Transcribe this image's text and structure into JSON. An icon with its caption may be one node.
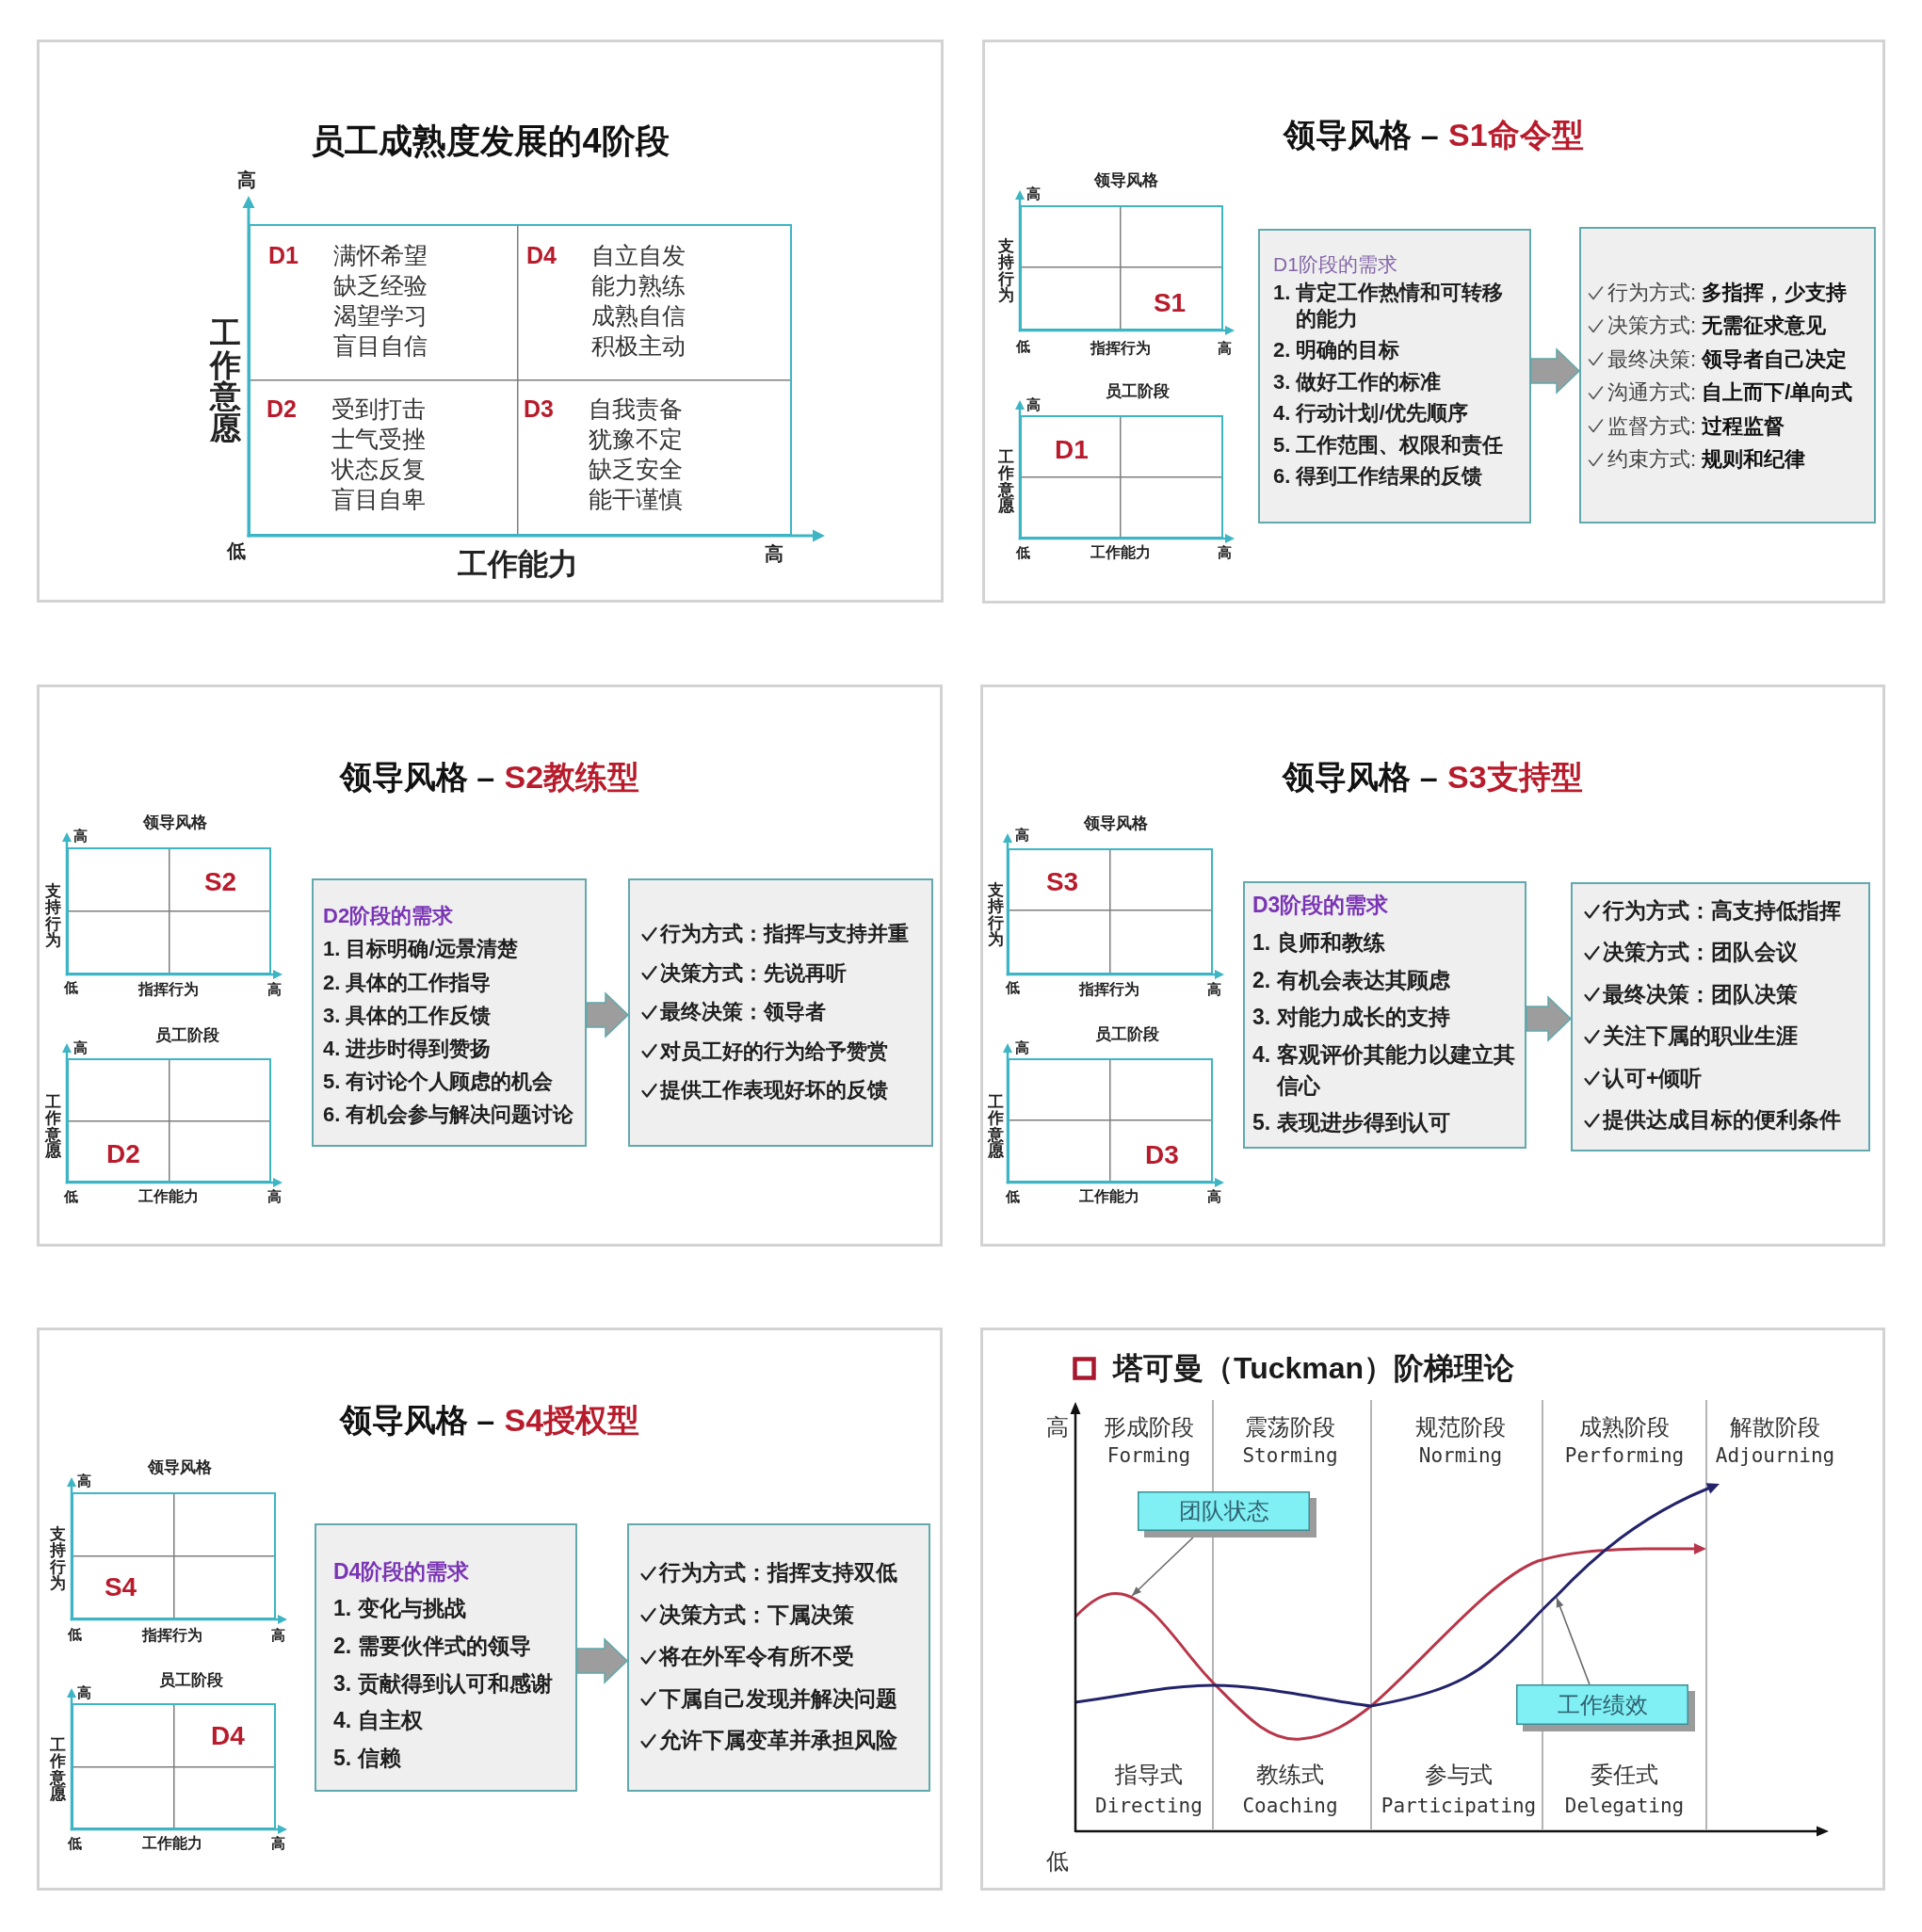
{
  "diagram": {
    "nodes": [
      {
        "text": [
          "员工成熟度发展的4阶段"
        ]
      },
      {
        "text": [],
        "shape": "box",
        "in": 0,
        "beside": [
          "高",
          "工作意愿",
          "低",
          "工作能力",
          "高"
        ]
      },
      {
        "text": [
          "D1",
          "满怀希望",
          "缺乏经验",
          "渴望学习",
          "盲目自信"
        ],
        "in": 1
      },
      {
        "text": [
          "D4",
          "自立自发",
          "能力熟练",
          "成熟自信",
          "积极主动"
        ],
        "in": 1
      },
      {
        "text": [
          "D2",
          "受到打击",
          "士气受挫",
          "状态反复",
          "盲目自卑"
        ],
        "in": 1
      },
      {
        "text": [
          "D3",
          "自我责备",
          "犹豫不定",
          "缺乏安全",
          "能干谨慎"
        ],
        "in": 1
      },
      {
        "text": [
          "领导风格 –",
          "S1命令型"
        ]
      },
      {
        "text": [
          "S1"
        ],
        "in": 6,
        "beside": [
          "领导风格",
          "高",
          "支持行为",
          "低",
          "指挥行为",
          "高"
        ]
      },
      {
        "text": [
          "D1"
        ],
        "in": 6,
        "beside": [
          "员工阶段",
          "高",
          "工作意愿",
          "低",
          "工作能力",
          "高"
        ]
      },
      {
        "text": [
          "D1阶段的需求",
          "1. 肯定工作热情和可转移的能力",
          "2. 明确的目标",
          "3. 做好工作的标准",
          "4. 行动计划/优先顺序",
          "5. 工作范围、权限和责任",
          "6. 得到工作结果的反馈"
        ],
        "in": 6
      },
      {
        "text": [
          "行为方式: **多指挥，少支持**",
          "决策方式: **无需征求意见**",
          "最终决策: **领导者自己决定**",
          "沟通方式: **自上而下/单向式**",
          "监督方式: **过程监督**",
          "约束方式: **规则和纪律**"
        ],
        "in": 6
      },
      {
        "text": [
          "领导风格 –",
          "S2教练型"
        ]
      },
      {
        "text": [
          "S2"
        ],
        "in": 11,
        "beside": [
          "领导风格",
          "高",
          "支持行为",
          "低",
          "指挥行为",
          "高"
        ]
      },
      {
        "text": [
          "D2"
        ],
        "in": 11,
        "beside": [
          "员工阶段",
          "高",
          "工作意愿",
          "低",
          "工作能力",
          "高"
        ]
      },
      {
        "text": [
          "D2阶段的需求",
          "1. 目标明确/远景清楚",
          "2. 具体的工作指导",
          "3. 具体的工作反馈",
          "4. 进步时得到赞扬",
          "5. 有讨论个人顾虑的机会",
          "6. 有机会参与解决问题讨论"
        ],
        "in": 11
      },
      {
        "text": [
          "行为方式：指挥与支持并重",
          "决策方式：先说再听",
          "最终决策：领导者",
          "对员工好的行为给予赞赏",
          "提供工作表现好坏的反馈"
        ],
        "in": 11
      },
      {
        "text": [
          "领导风格 –",
          "S3支持型"
        ]
      },
      {
        "text": [
          "S3"
        ],
        "in": 16,
        "beside": [
          "领导风格",
          "高",
          "支持行为",
          "低",
          "指挥行为",
          "高"
        ]
      },
      {
        "text": [
          "D3"
        ],
        "in": 16,
        "beside": [
          "员工阶段",
          "高",
          "工作意愿",
          "低",
          "工作能力",
          "高"
        ]
      },
      {
        "text": [
          "D3阶段的需求",
          "1. 良师和教练",
          "2. 有机会表达其顾虑",
          "3. 对能力成长的支持",
          "4. 客观评价其能力以建立其信心",
          "5. 表现进步得到认可"
        ],
        "in": 16
      },
      {
        "text": [
          "行为方式：高支持低指挥",
          "决策方式：团队会议",
          "最终决策：团队决策",
          "关注下属的职业生涯",
          "认可+倾听",
          "提供达成目标的便利条件"
        ],
        "in": 16
      },
      {
        "text": [
          "领导风格 –",
          "S4授权型"
        ]
      },
      {
        "text": [
          "S4"
        ],
        "in": 21,
        "beside": [
          "领导风格",
          "高",
          "支持行为",
          "低",
          "指挥行为",
          "高"
        ]
      },
      {
        "text": [
          "D4"
        ],
        "in": 21,
        "beside": [
          "员工阶段",
          "高",
          "工作意愿",
          "低",
          "工作能力",
          "高"
        ]
      },
      {
        "text": [
          "D4阶段的需求",
          "1. 变化与挑战",
          "2. 需要伙伴式的领导",
          "3. 贡献得到认可和感谢",
          "4. 自主权",
          "5. 信赖"
        ],
        "in": 21
      },
      {
        "text": [
          "行为方式：指挥支持双低",
          "决策方式：下属决策",
          "将在外军令有所不受",
          "下属自己发现并解决问题",
          "允许下属变革并承担风险"
        ],
        "in": 21
      },
      {
        "text": [
          "塔可曼（Tuckman）阶梯理论"
        ]
      },
      {
        "text": [
          "团队状态"
        ],
        "in": 26
      },
      {
        "text": [
          "工作绩效"
        ],
        "in": 26
      }
    ],
    "edges": [
      {
        "from": 9,
        "to": 10,
        "arrow": "to",
        "style": "thick"
      },
      {
        "from": 14,
        "to": 15,
        "arrow": "to",
        "style": "thick"
      },
      {
        "from": 19,
        "to": 20,
        "arrow": "to",
        "style": "thick"
      },
      {
        "from": 24,
        "to": 25,
        "arrow": "to",
        "style": "thick"
      },
      {
        "from": 27,
        "to": null,
        "arrow": "to"
      },
      {
        "from": 28,
        "to": null,
        "arrow": "to"
      }
    ],
    "labels": [
      "高",
      "形成阶段",
      "Forming",
      "震荡阶段",
      "Storming",
      "规范阶段",
      "Norming",
      "成熟阶段",
      "Performing",
      "解散阶段",
      "Adjourning",
      "指导式",
      "Directing",
      "教练式",
      "Coaching",
      "参与式",
      "Participating",
      "委任式",
      "Delegating",
      "低"
    ]
  }
}
